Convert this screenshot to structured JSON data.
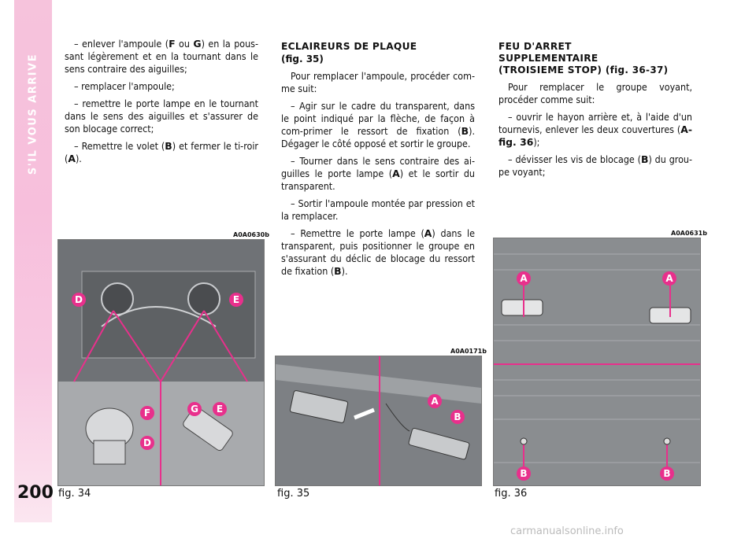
{
  "sidebar": {
    "title": "S'IL VOUS ARRIVE",
    "page_number": "200"
  },
  "col1": {
    "p1_a": "– enlever l'ampoule (",
    "p1_k1": "F",
    "p1_b": " ou ",
    "p1_k2": "G",
    "p1_c": ") en la pous-sant légèrement et en la tournant dans le sens contraire des aiguilles;",
    "p2": "– remplacer l'ampoule;",
    "p3": "– remettre le porte lampe en le tournant dans le sens des aiguilles et s'assurer de son blocage correct;",
    "p4_a": "– Remettre le volet (",
    "p4_k1": "B",
    "p4_b": ") et fermer le ti-roir (",
    "p4_k2": "A",
    "p4_c": ")."
  },
  "col2": {
    "heading": "ECLAIREURS DE PLAQUE",
    "heading_ref": "(fig. 35)",
    "p1": "Pour remplacer l'ampoule, procéder com-me suit:",
    "p2_a": "– Agir sur le cadre du transparent, dans le point indiqué par la flèche, de façon à com-primer le ressort de fixation (",
    "p2_k": "B",
    "p2_b": "). Dégager le côté opposé et sortir le groupe.",
    "p3_a": "– Tourner dans le sens contraire des ai-guilles le porte lampe (",
    "p3_k": "A",
    "p3_b": ") et le sortir du transparent.",
    "p4": "– Sortir l'ampoule montée par pression et la remplacer.",
    "p5_a": "– Remettre le porte lampe (",
    "p5_k1": "A",
    "p5_b": ") dans le transparent, puis positionner le groupe en s'assurant du déclic de blocage du ressort de fixation (",
    "p5_k2": "B",
    "p5_c": ")."
  },
  "col3": {
    "heading_line1": "FEU D'ARRET",
    "heading_line2": "SUPPLEMENTAIRE",
    "heading_line3": "(TROISIEME STOP)",
    "heading_ref": "(fig. 36-37)",
    "p1": "Pour remplacer le groupe voyant, procéder comme suit:",
    "p2_a": "– ouvrir le hayon arrière et, à l'aide d'un tournevis, enlever les deux couvertures (",
    "p2_k": "A-fig. 36",
    "p2_b": ");",
    "p3_a": "– dévisser les vis de blocage (",
    "p3_k": "B",
    "p3_b": ") du grou-pe voyant;"
  },
  "figures": {
    "fig34": {
      "code": "A0A0630b",
      "caption": "fig. 34",
      "labels": [
        "D",
        "E",
        "F",
        "G",
        "E",
        "D"
      ]
    },
    "fig35": {
      "code": "A0A0171b",
      "caption": "fig. 35",
      "labels": [
        "A",
        "B"
      ]
    },
    "fig36": {
      "code": "A0A0631b",
      "caption": "fig. 36",
      "labels": [
        "A",
        "A",
        "B",
        "B"
      ]
    }
  },
  "footer": {
    "watermark": "carmanualsonline.info"
  },
  "colors": {
    "accent": "#e8308c",
    "sidebar": "#f6c3dc"
  }
}
